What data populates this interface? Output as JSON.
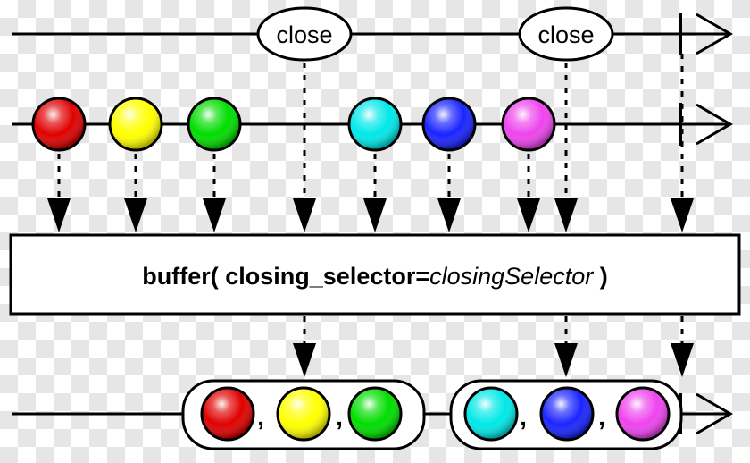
{
  "closing_notifier": {
    "events": [
      {
        "label": "close"
      },
      {
        "label": "close"
      }
    ]
  },
  "source": {
    "marbles": [
      {
        "name": "red",
        "color": "#e00000"
      },
      {
        "name": "yellow",
        "color": "#ffff00"
      },
      {
        "name": "green",
        "color": "#00dd00"
      },
      {
        "name": "cyan",
        "color": "#00e8e8"
      },
      {
        "name": "blue",
        "color": "#1a24ff"
      },
      {
        "name": "magenta",
        "color": "#ee44ee"
      }
    ]
  },
  "operator": {
    "name": "buffer( closing_selector=",
    "argument": "closingSelector",
    "close_paren": " )"
  },
  "output": {
    "buffers": [
      {
        "items": [
          "red",
          "yellow",
          "green"
        ],
        "separators": [
          ",",
          ","
        ]
      },
      {
        "items": [
          "cyan",
          "blue",
          "magenta"
        ],
        "separators": [
          ",",
          ","
        ]
      }
    ]
  }
}
